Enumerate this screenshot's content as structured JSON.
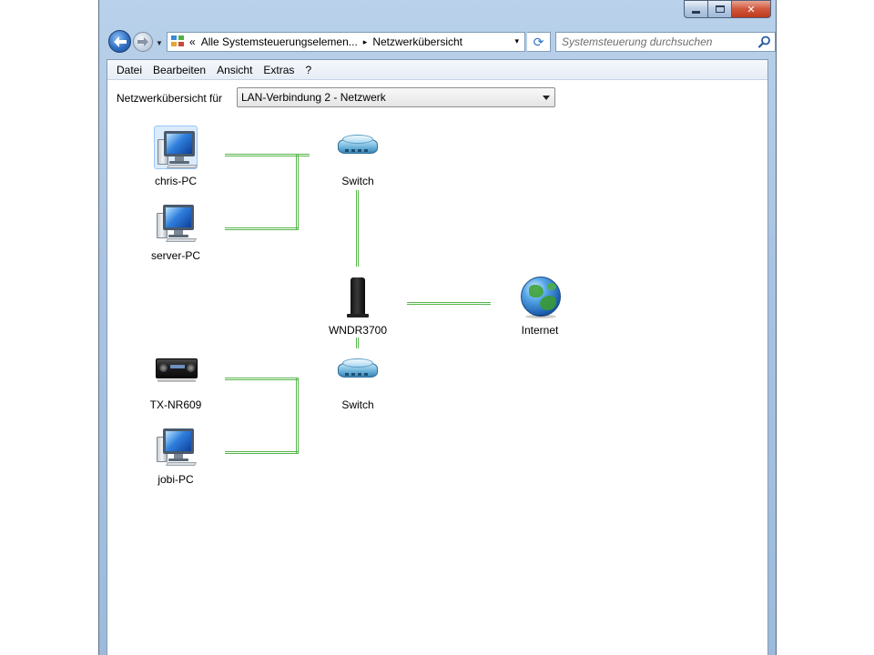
{
  "window": {
    "minimize_glyph": "",
    "maximize_glyph": "",
    "close_glyph": "✕"
  },
  "address": {
    "chevrons": "«",
    "crumb_1": "Alle Systemsteuerungselemen...",
    "separator": "▸",
    "crumb_2": "Netzwerkübersicht",
    "dropdown_glyph": "▾",
    "refresh_glyph": "⟳"
  },
  "search": {
    "placeholder": "Systemsteuerung durchsuchen"
  },
  "menu": {
    "items": [
      "Datei",
      "Bearbeiten",
      "Ansicht",
      "Extras",
      "?"
    ]
  },
  "selector": {
    "label": "Netzwerkübersicht für",
    "value": "LAN-Verbindung 2 - Netzwerk"
  },
  "nodes": {
    "chris_pc": {
      "label": "chris-PC",
      "icon": "computer-icon"
    },
    "server_pc": {
      "label": "server-PC",
      "icon": "computer-icon"
    },
    "switch_top": {
      "label": "Switch",
      "icon": "switch-icon"
    },
    "router": {
      "label": "WNDR3700",
      "icon": "router-icon"
    },
    "internet": {
      "label": "Internet",
      "icon": "globe-icon"
    },
    "switch_bottom": {
      "label": "Switch",
      "icon": "switch-icon"
    },
    "receiver": {
      "label": "TX-NR609",
      "icon": "av-receiver-icon"
    },
    "jobi_pc": {
      "label": "jobi-PC",
      "icon": "computer-icon"
    }
  },
  "colors": {
    "link_line": "#57b54c",
    "window_frame": "#a9c4e2",
    "selection": "#dcebfc"
  }
}
